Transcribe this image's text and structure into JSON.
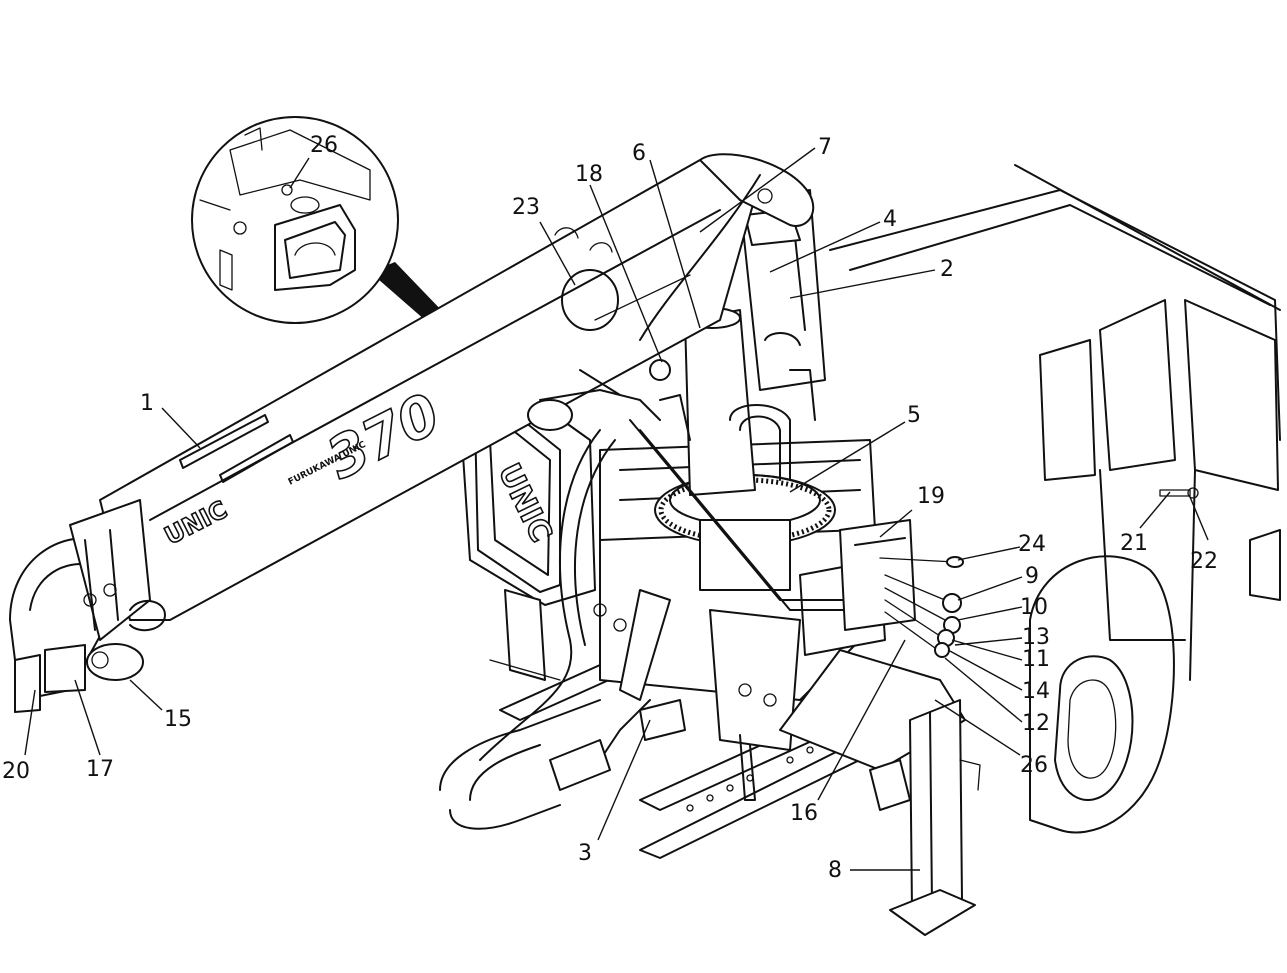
{
  "diagram": {
    "markings": {
      "boom_brand": "UNIC",
      "boom_model": "370",
      "boom_sub": "FURUKAWA UNIC",
      "tank_brand": "UNIC"
    },
    "callouts": [
      {
        "id": "1",
        "text": "1"
      },
      {
        "id": "2",
        "text": "2"
      },
      {
        "id": "3",
        "text": "3"
      },
      {
        "id": "4",
        "text": "4"
      },
      {
        "id": "5",
        "text": "5"
      },
      {
        "id": "6",
        "text": "6"
      },
      {
        "id": "7",
        "text": "7"
      },
      {
        "id": "8",
        "text": "8"
      },
      {
        "id": "9",
        "text": "9"
      },
      {
        "id": "10",
        "text": "10"
      },
      {
        "id": "11",
        "text": "11"
      },
      {
        "id": "12",
        "text": "12"
      },
      {
        "id": "13",
        "text": "13"
      },
      {
        "id": "14",
        "text": "14"
      },
      {
        "id": "15",
        "text": "15"
      },
      {
        "id": "16",
        "text": "16"
      },
      {
        "id": "17",
        "text": "17"
      },
      {
        "id": "18",
        "text": "18"
      },
      {
        "id": "19",
        "text": "19"
      },
      {
        "id": "20",
        "text": "20"
      },
      {
        "id": "21",
        "text": "21"
      },
      {
        "id": "22",
        "text": "22"
      },
      {
        "id": "23",
        "text": "23"
      },
      {
        "id": "24",
        "text": "24"
      },
      {
        "id": "26a",
        "text": "26"
      },
      {
        "id": "26b",
        "text": "26"
      }
    ]
  }
}
